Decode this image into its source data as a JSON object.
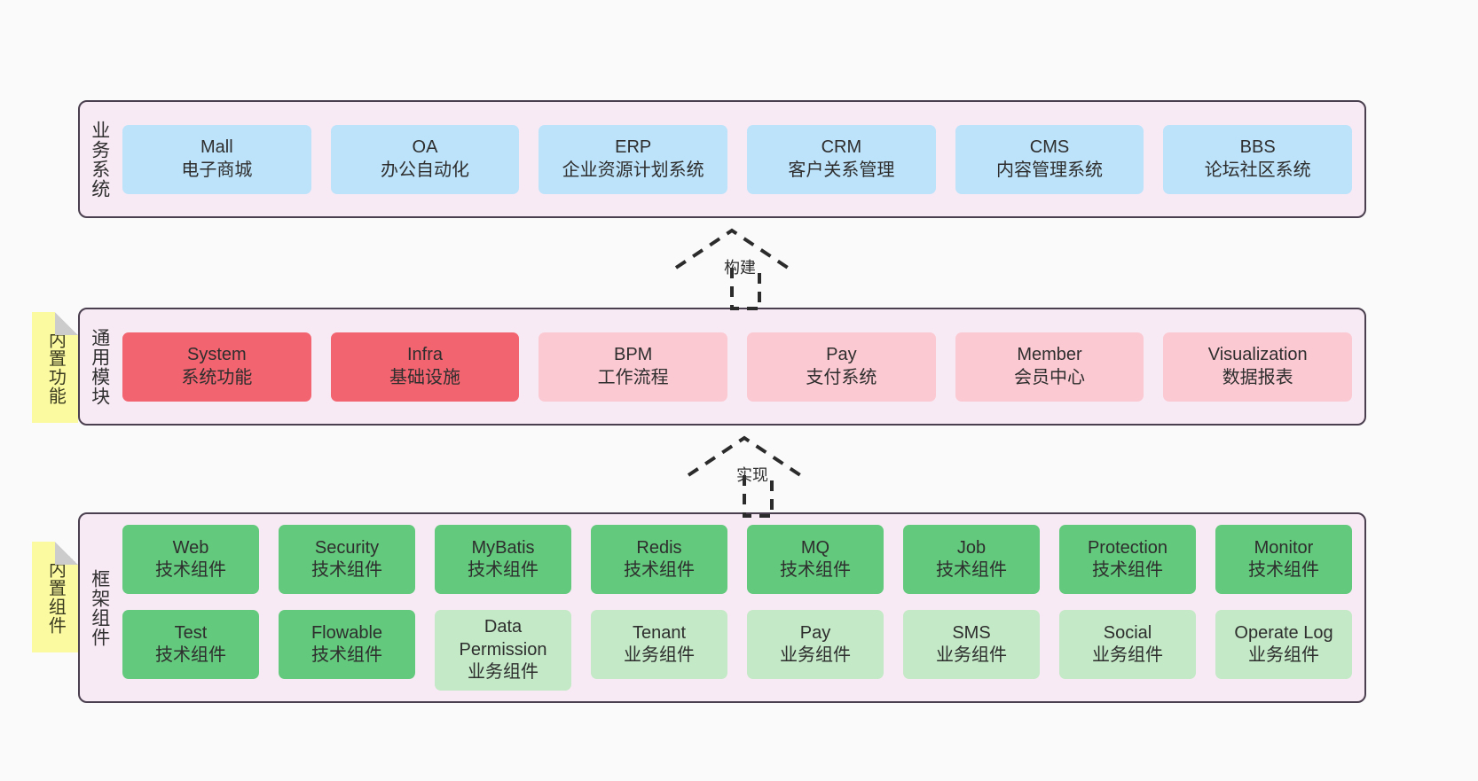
{
  "page": {
    "background": "#fafafa",
    "container_fill": "#f8eaf4",
    "container_border": "#4a3f4e"
  },
  "layers": [
    {
      "id": "business-system",
      "title": "业务系统",
      "card_color": "#bde3fa",
      "cards": [
        {
          "title": "Mall",
          "sub": "电子商城"
        },
        {
          "title": "OA",
          "sub": "办公自动化"
        },
        {
          "title": "ERP",
          "sub": "企业资源计划系统"
        },
        {
          "title": "CRM",
          "sub": "客户关系管理"
        },
        {
          "title": "CMS",
          "sub": "内容管理系统"
        },
        {
          "title": "BBS",
          "sub": "论坛社区系统"
        }
      ]
    },
    {
      "id": "generic-modules",
      "title": "通用模块",
      "sticky": "内置功能",
      "card_color_strong": "#f2646f",
      "card_color_light": "#fbc9d2",
      "cards": [
        {
          "title": "System",
          "sub": "系统功能",
          "emphasis": "strong"
        },
        {
          "title": "Infra",
          "sub": "基础设施",
          "emphasis": "strong"
        },
        {
          "title": "BPM",
          "sub": "工作流程",
          "emphasis": "light"
        },
        {
          "title": "Pay",
          "sub": "支付系统",
          "emphasis": "light"
        },
        {
          "title": "Member",
          "sub": "会员中心",
          "emphasis": "light"
        },
        {
          "title": "Visualization",
          "sub": "数据报表",
          "emphasis": "light"
        }
      ]
    },
    {
      "id": "framework-components",
      "title": "框架组件",
      "sticky": "内置组件",
      "card_color_strong": "#63c97c",
      "card_color_light": "#c3e9c6",
      "row1": [
        {
          "title": "Web",
          "sub": "技术组件"
        },
        {
          "title": "Security",
          "sub": "技术组件"
        },
        {
          "title": "MyBatis",
          "sub": "技术组件"
        },
        {
          "title": "Redis",
          "sub": "技术组件"
        },
        {
          "title": "MQ",
          "sub": "技术组件"
        },
        {
          "title": "Job",
          "sub": "技术组件"
        },
        {
          "title": "Protection",
          "sub": "技术组件"
        },
        {
          "title": "Monitor",
          "sub": "技术组件"
        }
      ],
      "row2": [
        {
          "title": "Test",
          "sub": "技术组件",
          "emphasis": "strong"
        },
        {
          "title": "Flowable",
          "sub": "技术组件",
          "emphasis": "strong"
        },
        {
          "title": "Data Permission",
          "sub": "业务组件",
          "emphasis": "light"
        },
        {
          "title": "Tenant",
          "sub": "业务组件",
          "emphasis": "light"
        },
        {
          "title": "Pay",
          "sub": "业务组件",
          "emphasis": "light"
        },
        {
          "title": "SMS",
          "sub": "业务组件",
          "emphasis": "light"
        },
        {
          "title": "Social",
          "sub": "业务组件",
          "emphasis": "light"
        },
        {
          "title": "Operate Log",
          "sub": "业务组件",
          "emphasis": "light"
        }
      ]
    }
  ],
  "connectors": [
    {
      "id": "build",
      "label": "构建"
    },
    {
      "id": "implement",
      "label": "实现"
    }
  ]
}
